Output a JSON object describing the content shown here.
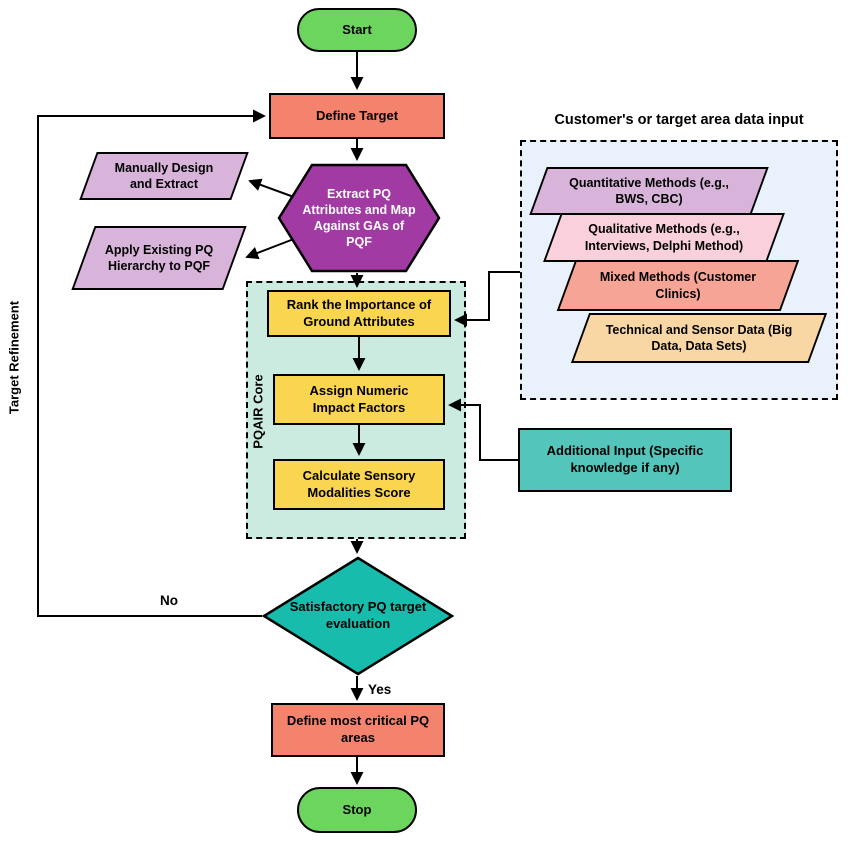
{
  "nodes": {
    "start": "Start",
    "define_target": "Define Target",
    "extract_pq": "Extract PQ Attributes and Map Against GAs of PQF",
    "manually_design": "Manually Design and Extract",
    "apply_existing": "Apply Existing PQ Hierarchy to PQF",
    "pqair_core": "PQAIR Core",
    "rank_importance": "Rank the Importance of Ground Attributes",
    "assign_numeric": "Assign Numeric Impact Factors",
    "calculate_sensory": "Calculate Sensory Modalities Score",
    "decision": "Satisfactory PQ target evaluation",
    "define_critical": "Define most critical PQ areas",
    "stop": "Stop",
    "additional_input": "Additional Input (Specific knowledge if any)"
  },
  "data_input": {
    "title": "Customer's or target area data input",
    "items": [
      {
        "label": "Quantitative Methods (e.g., BWS, CBC)",
        "color": "#D8B4DA"
      },
      {
        "label": "Qualitative Methods (e.g., Interviews, Delphi Method)",
        "color": "#F9D0DB"
      },
      {
        "label": "Mixed Methods (Customer Clinics)",
        "color": "#F6A496"
      },
      {
        "label": "Technical and Sensor Data (Big Data, Data Sets)",
        "color": "#F8D7A4"
      }
    ]
  },
  "edge_labels": {
    "no": "No",
    "yes": "Yes"
  },
  "side_labels": {
    "target_refinement": "Target Refinement"
  },
  "colors": {
    "terminal_green": "#6CD55E",
    "process_salmon": "#F4836D",
    "hexagon_purple": "#A23AA3",
    "parallelogram_lilac": "#D8B4DA",
    "core_bg_mint": "#CBEBE1",
    "step_yellow": "#FAD550",
    "input_group_bg": "#E9F2FC",
    "additional_teal": "#54C5BA",
    "diamond_teal": "#18BCAC"
  }
}
